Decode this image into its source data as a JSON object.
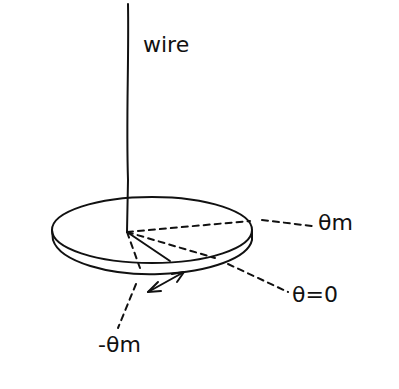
{
  "diagram": {
    "labels": [
      "wire",
      "θm",
      "θ=0",
      "-θm"
    ]
  }
}
